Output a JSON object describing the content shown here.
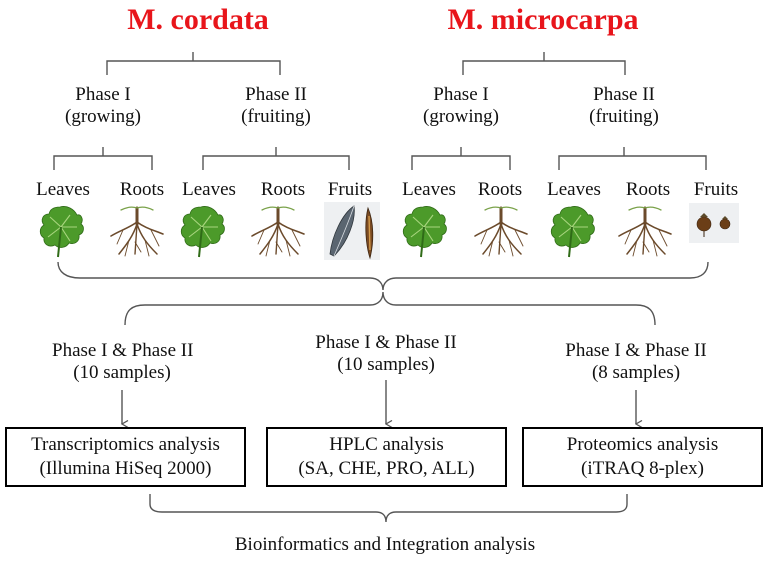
{
  "species": [
    {
      "name": "M. cordata",
      "phases": [
        {
          "label_1": "Phase I",
          "label_2": "(growing)",
          "tissues": [
            "Leaves",
            "Roots"
          ]
        },
        {
          "label_1": "Phase II",
          "label_2": "(fruiting)",
          "tissues": [
            "Leaves",
            "Roots",
            "Fruits"
          ]
        }
      ]
    },
    {
      "name": "M. microcarpa",
      "phases": [
        {
          "label_1": "Phase I",
          "label_2": "(growing)",
          "tissues": [
            "Leaves",
            "Roots"
          ]
        },
        {
          "label_1": "Phase II",
          "label_2": "(fruiting)",
          "tissues": [
            "Leaves",
            "Roots",
            "Fruits"
          ]
        }
      ]
    }
  ],
  "sample_groups": [
    {
      "label": "Phase I & Phase II",
      "count": "(10 samples)"
    },
    {
      "label": "Phase I & Phase II",
      "count": "(10 samples)"
    },
    {
      "label": "Phase I & Phase II",
      "count": "(8 samples)"
    }
  ],
  "analyses": [
    {
      "title": "Transcriptomics analysis",
      "detail": "(Illumina HiSeq 2000)"
    },
    {
      "title": "HPLC analysis",
      "detail": "(SA, CHE, PRO, ALL)"
    },
    {
      "title": "Proteomics analysis",
      "detail": "(iTRAQ 8-plex)"
    }
  ],
  "final_step": "Bioinformatics and Integration analysis",
  "colors": {
    "title": "#e8151b",
    "leaf": "#4c9a2a",
    "root": "#6b4a2b",
    "fruit_pod": "#5a6570"
  }
}
